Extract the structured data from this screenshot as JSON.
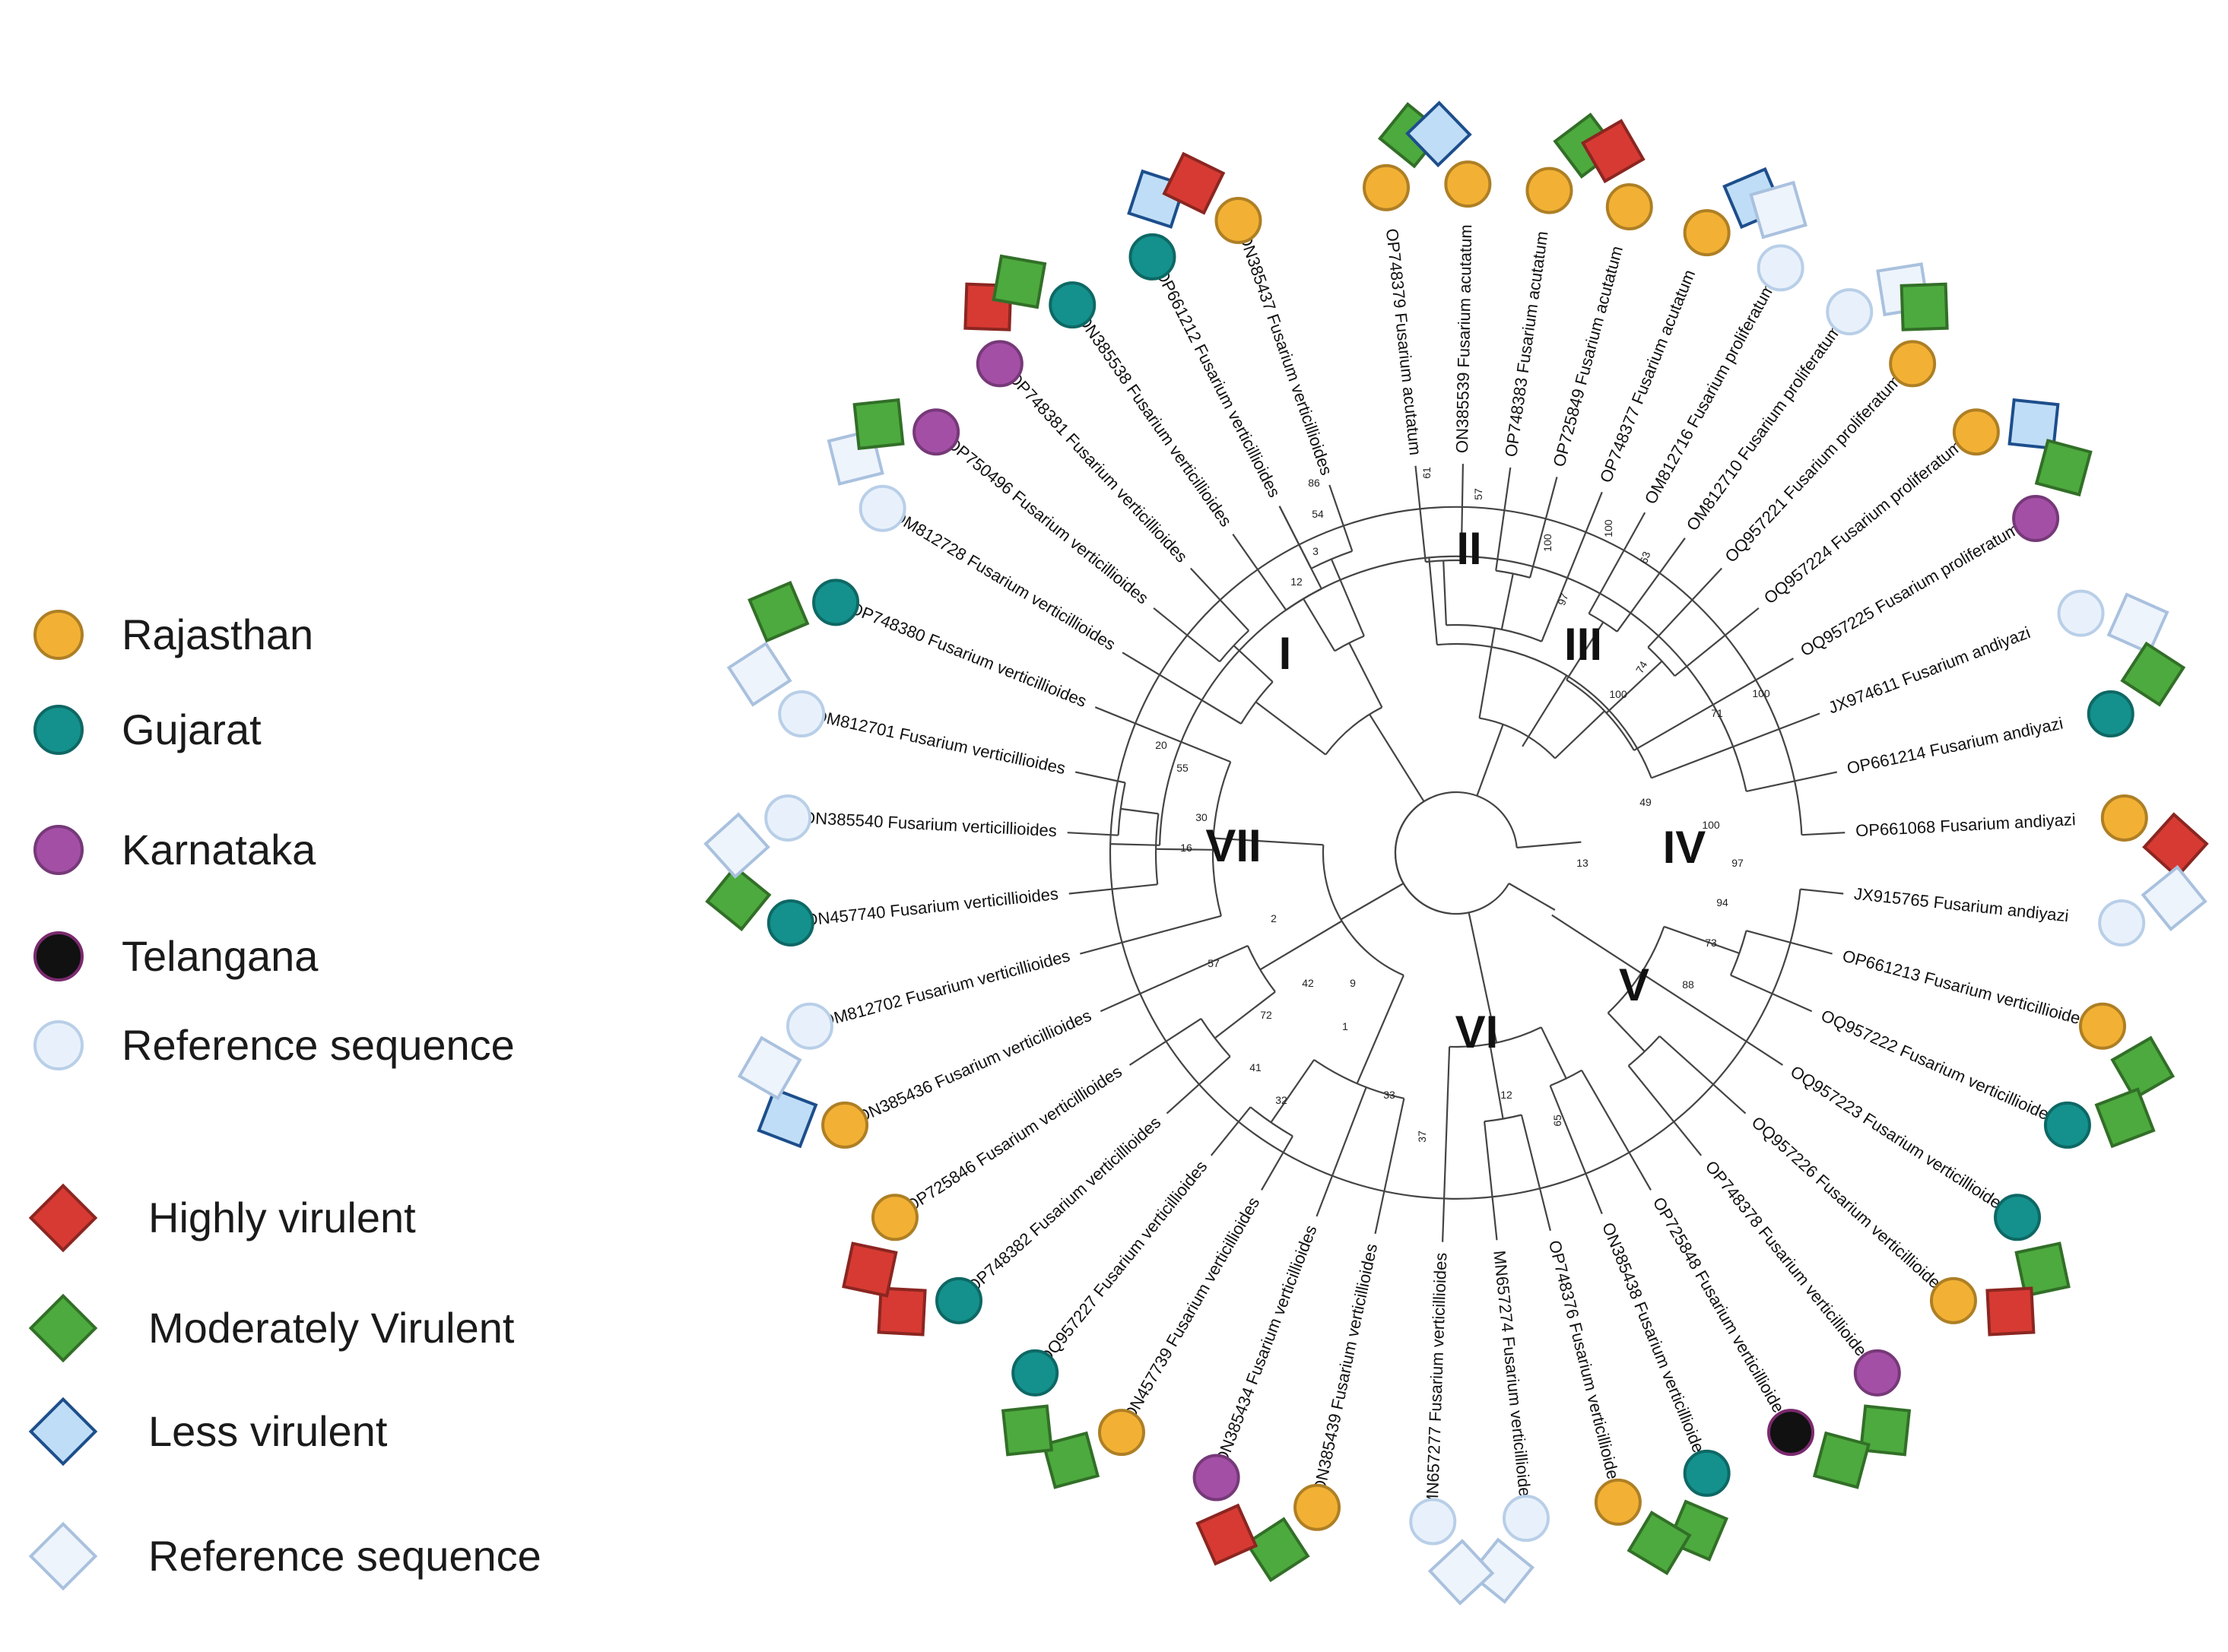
{
  "colors": {
    "Rajasthan": "#F2B134",
    "Gujarat": "#14918C",
    "Karnataka": "#A44FA6",
    "Telangana": "#111111",
    "Reference": "#E8F1FB",
    "Highly": "#D63A33",
    "Moderately": "#4DAA3E",
    "Less": "#BFDDF6",
    "RefDiamond": "#EEF4FC"
  },
  "legend": {
    "region_items": [
      {
        "label": "Rajasthan",
        "key": "Rajasthan",
        "icon": "circle-icon"
      },
      {
        "label": "Gujarat",
        "key": "Gujarat",
        "icon": "circle-icon"
      },
      {
        "label": "Karnataka",
        "key": "Karnataka",
        "icon": "circle-icon"
      },
      {
        "label": "Telangana",
        "key": "Telangana",
        "icon": "circle-icon"
      },
      {
        "label": "Reference sequence",
        "key": "Reference",
        "icon": "circle-icon"
      }
    ],
    "virulence_items": [
      {
        "label": "Highly virulent",
        "key": "Highly",
        "icon": "diamond-icon"
      },
      {
        "label": "Moderately  Virulent",
        "key": "Moderately",
        "icon": "diamond-icon"
      },
      {
        "label": "Less virulent",
        "key": "Less",
        "icon": "diamond-icon"
      },
      {
        "label": "Reference sequence",
        "key": "RefDiamond",
        "icon": "diamond-icon"
      }
    ]
  },
  "clades": [
    "I",
    "II",
    "III",
    "IV",
    "V",
    "VI",
    "VII"
  ],
  "leaves": [
    {
      "label": "OP748379 Fusarium acutatum",
      "region": "Rajasthan",
      "virulence": "Moderately",
      "clade": "II"
    },
    {
      "label": "ON385539 Fusarium acutatum",
      "region": "Rajasthan",
      "virulence": "Less",
      "clade": "II"
    },
    {
      "label": "OP748383 Fusarium acutatum",
      "region": "Rajasthan",
      "virulence": "Moderately",
      "clade": "II"
    },
    {
      "label": "OP725849 Fusarium acutatum",
      "region": "Rajasthan",
      "virulence": "Highly",
      "clade": "II"
    },
    {
      "label": "OP748377 Fusarium acutatum",
      "region": "Rajasthan",
      "virulence": "Less",
      "clade": "II"
    },
    {
      "label": "OM812716 Fusarium proliferatum",
      "region": "Reference",
      "virulence": "RefDiamond",
      "clade": "III"
    },
    {
      "label": "OM812710 Fusarium proliferatum",
      "region": "Reference",
      "virulence": "RefDiamond",
      "clade": "III"
    },
    {
      "label": "OQ957221 Fusarium proliferatum",
      "region": "Rajasthan",
      "virulence": "Moderately",
      "clade": "III"
    },
    {
      "label": "OQ957224 Fusarium proliferatum",
      "region": "Rajasthan",
      "virulence": "Less",
      "clade": "III"
    },
    {
      "label": "OQ957225 Fusarium proliferatum",
      "region": "Karnataka",
      "virulence": "Moderately",
      "clade": "III"
    },
    {
      "label": "JX974611 Fusarium andiyazi",
      "region": "Reference",
      "virulence": "RefDiamond",
      "clade": "IV"
    },
    {
      "label": "OP661214 Fusarium andiyazi",
      "region": "Gujarat",
      "virulence": "Moderately",
      "clade": "IV"
    },
    {
      "label": "OP661068 Fusarium andiyazi",
      "region": "Rajasthan",
      "virulence": "Highly",
      "clade": "IV"
    },
    {
      "label": "JX915765 Fusarium andiyazi",
      "region": "Reference",
      "virulence": "RefDiamond",
      "clade": "IV"
    },
    {
      "label": "OP661213 Fusarium verticillioides",
      "region": "Rajasthan",
      "virulence": "Moderately",
      "clade": "V"
    },
    {
      "label": "OQ957222 Fusarium verticillioides",
      "region": "Gujarat",
      "virulence": "Moderately",
      "clade": "V"
    },
    {
      "label": "OQ957223 Fusarium verticillioides",
      "region": "Gujarat",
      "virulence": "Moderately",
      "clade": "V"
    },
    {
      "label": "OQ957226 Fusarium verticillioides",
      "region": "Rajasthan",
      "virulence": "Highly",
      "clade": "V"
    },
    {
      "label": "OP748378 Fusarium verticillioides",
      "region": "Karnataka",
      "virulence": "Moderately",
      "clade": "V"
    },
    {
      "label": "OP725848 Fusarium verticillioides",
      "region": "Telangana",
      "virulence": "Moderately",
      "clade": "VI"
    },
    {
      "label": "ON385438 Fusarium verticillioides",
      "region": "Gujarat",
      "virulence": "Moderately",
      "clade": "VI"
    },
    {
      "label": "OP748376 Fusarium verticillioides",
      "region": "Rajasthan",
      "virulence": "Moderately",
      "clade": "VI"
    },
    {
      "label": "MN657274 Fusarium verticillioides",
      "region": "Reference",
      "virulence": "RefDiamond",
      "clade": "VI"
    },
    {
      "label": "MN657277 Fusarium verticillioides",
      "region": "Reference",
      "virulence": "RefDiamond",
      "clade": "VI"
    },
    {
      "label": "ON385439 Fusarium verticillioides",
      "region": "Rajasthan",
      "virulence": "Moderately",
      "clade": "VII"
    },
    {
      "label": "ON385434 Fusarium verticillioides",
      "region": "Karnataka",
      "virulence": "Highly",
      "clade": "VII"
    },
    {
      "label": "ON457739 Fusarium verticillioides",
      "region": "Rajasthan",
      "virulence": "Moderately",
      "clade": "VII"
    },
    {
      "label": "OQ957227 Fusarium verticillioides",
      "region": "Gujarat",
      "virulence": "Moderately",
      "clade": "VII"
    },
    {
      "label": "OP748382 Fusarium verticillioides",
      "region": "Gujarat",
      "virulence": "Highly",
      "clade": "VII"
    },
    {
      "label": "OP725846 Fusarium verticillioides",
      "region": "Rajasthan",
      "virulence": "Highly",
      "clade": "VII"
    },
    {
      "label": "ON385436 Fusarium verticillioides",
      "region": "Rajasthan",
      "virulence": "Less",
      "clade": "VII"
    },
    {
      "label": "OM812702 Fusarium verticillioides",
      "region": "Reference",
      "virulence": "RefDiamond",
      "clade": "VII"
    },
    {
      "label": "ON457740 Fusarium verticillioides",
      "region": "Gujarat",
      "virulence": "Moderately",
      "clade": "VII"
    },
    {
      "label": "ON385540 Fusarium verticillioides",
      "region": "Reference",
      "virulence": "RefDiamond",
      "clade": "VII"
    },
    {
      "label": "OM812701 Fusarium verticillioides",
      "region": "Reference",
      "virulence": "RefDiamond",
      "clade": "VII"
    },
    {
      "label": "OP748380 Fusarium verticillioides",
      "region": "Gujarat",
      "virulence": "Moderately",
      "clade": "I"
    },
    {
      "label": "OM812728 Fusarium verticillioides",
      "region": "Reference",
      "virulence": "RefDiamond",
      "clade": "I"
    },
    {
      "label": "OP750496 Fusarium verticillioides",
      "region": "Karnataka",
      "virulence": "Moderately",
      "clade": "I"
    },
    {
      "label": "OP748381 Fusarium verticillioides",
      "region": "Karnataka",
      "virulence": "Highly",
      "clade": "I"
    },
    {
      "label": "ON385538 Fusarium verticillioides",
      "region": "Gujarat",
      "virulence": "Moderately",
      "clade": "I"
    },
    {
      "label": "OP661212 Fusarium verticillioides",
      "region": "Gujarat",
      "virulence": "Less",
      "clade": "I"
    },
    {
      "label": "ON385437 Fusarium verticillioides",
      "region": "Rajasthan",
      "virulence": "Highly",
      "clade": "I"
    }
  ],
  "bootstrap_values": [
    "61",
    "57",
    "100",
    "100",
    "63",
    "97",
    "74",
    "100",
    "71",
    "100",
    "100",
    "49",
    "97",
    "94",
    "13",
    "73",
    "88",
    "37",
    "12",
    "65",
    "33",
    "42",
    "9",
    "1",
    "2",
    "16",
    "30",
    "55",
    "20",
    "57",
    "72",
    "41",
    "32",
    "12",
    "3",
    "54",
    "86"
  ]
}
